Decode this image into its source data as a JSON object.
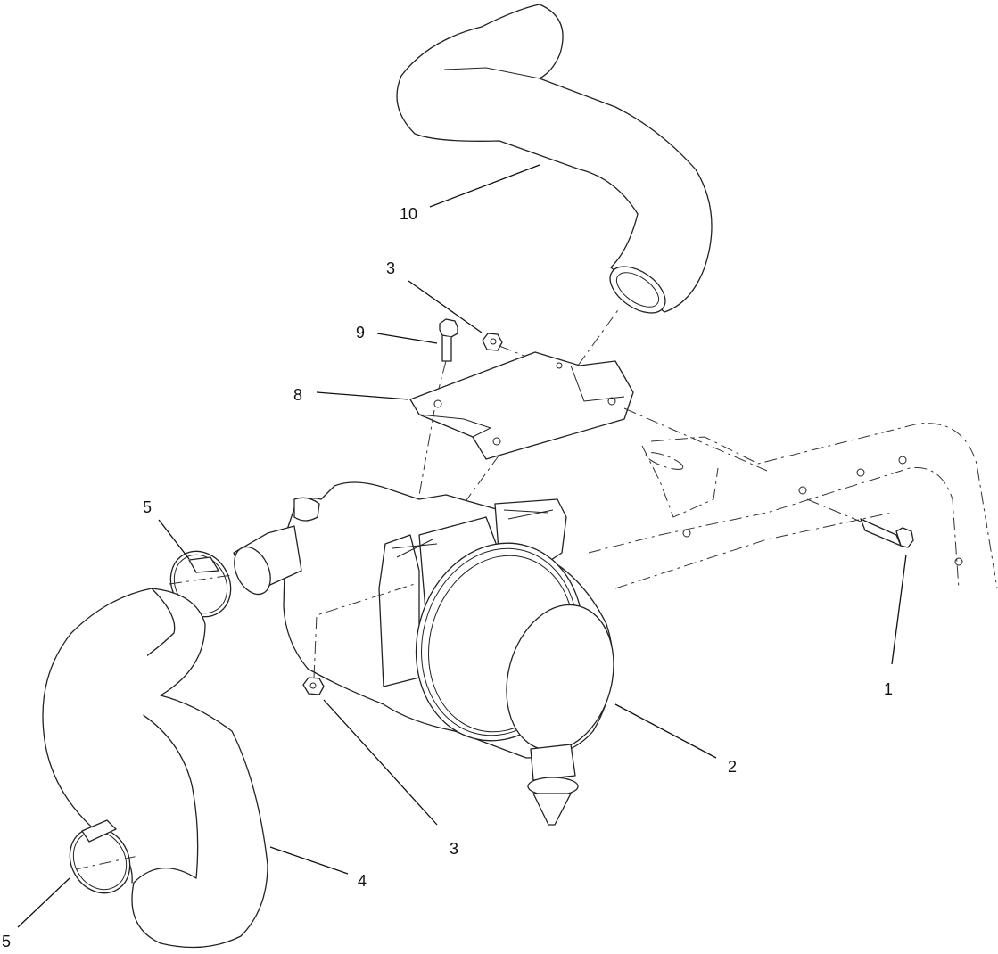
{
  "callouts": [
    {
      "id": "c1",
      "text": "1"
    },
    {
      "id": "c2",
      "text": "2"
    },
    {
      "id": "c3a",
      "text": "3"
    },
    {
      "id": "c3b",
      "text": "3"
    },
    {
      "id": "c4",
      "text": "4"
    },
    {
      "id": "c5a",
      "text": "5"
    },
    {
      "id": "c5b",
      "text": "5"
    },
    {
      "id": "c8",
      "text": "8"
    },
    {
      "id": "c9",
      "text": "9"
    },
    {
      "id": "c10",
      "text": "10"
    }
  ]
}
